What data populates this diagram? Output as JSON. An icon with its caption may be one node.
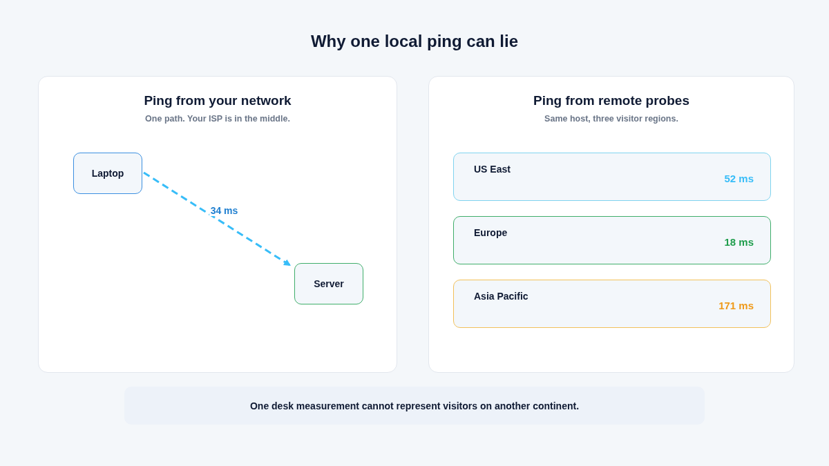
{
  "diagram": {
    "title": "Why one local ping can lie",
    "nodes": [
      {
        "text": [
          "Ping from your network",
          "One path. Your ISP is in the middle."
        ]
      },
      {
        "text": [
          "Laptop"
        ],
        "in": 0
      },
      {
        "text": [
          "Server"
        ],
        "in": 0
      },
      {
        "text": [
          "Ping from remote probes",
          "Same host, three visitor regions."
        ]
      },
      {
        "text": [
          "US East",
          "52 ms"
        ],
        "in": 3
      },
      {
        "text": [
          "Europe",
          "18 ms"
        ],
        "in": 3
      },
      {
        "text": [
          "Asia Pacific",
          "171 ms"
        ],
        "in": 3
      },
      {
        "text": [
          "One desk measurement cannot represent visitors on another continent."
        ]
      }
    ],
    "edges": [
      {
        "from": 1,
        "to": 2,
        "arrow": "to",
        "label": "34 ms",
        "style": "dashed"
      }
    ]
  }
}
